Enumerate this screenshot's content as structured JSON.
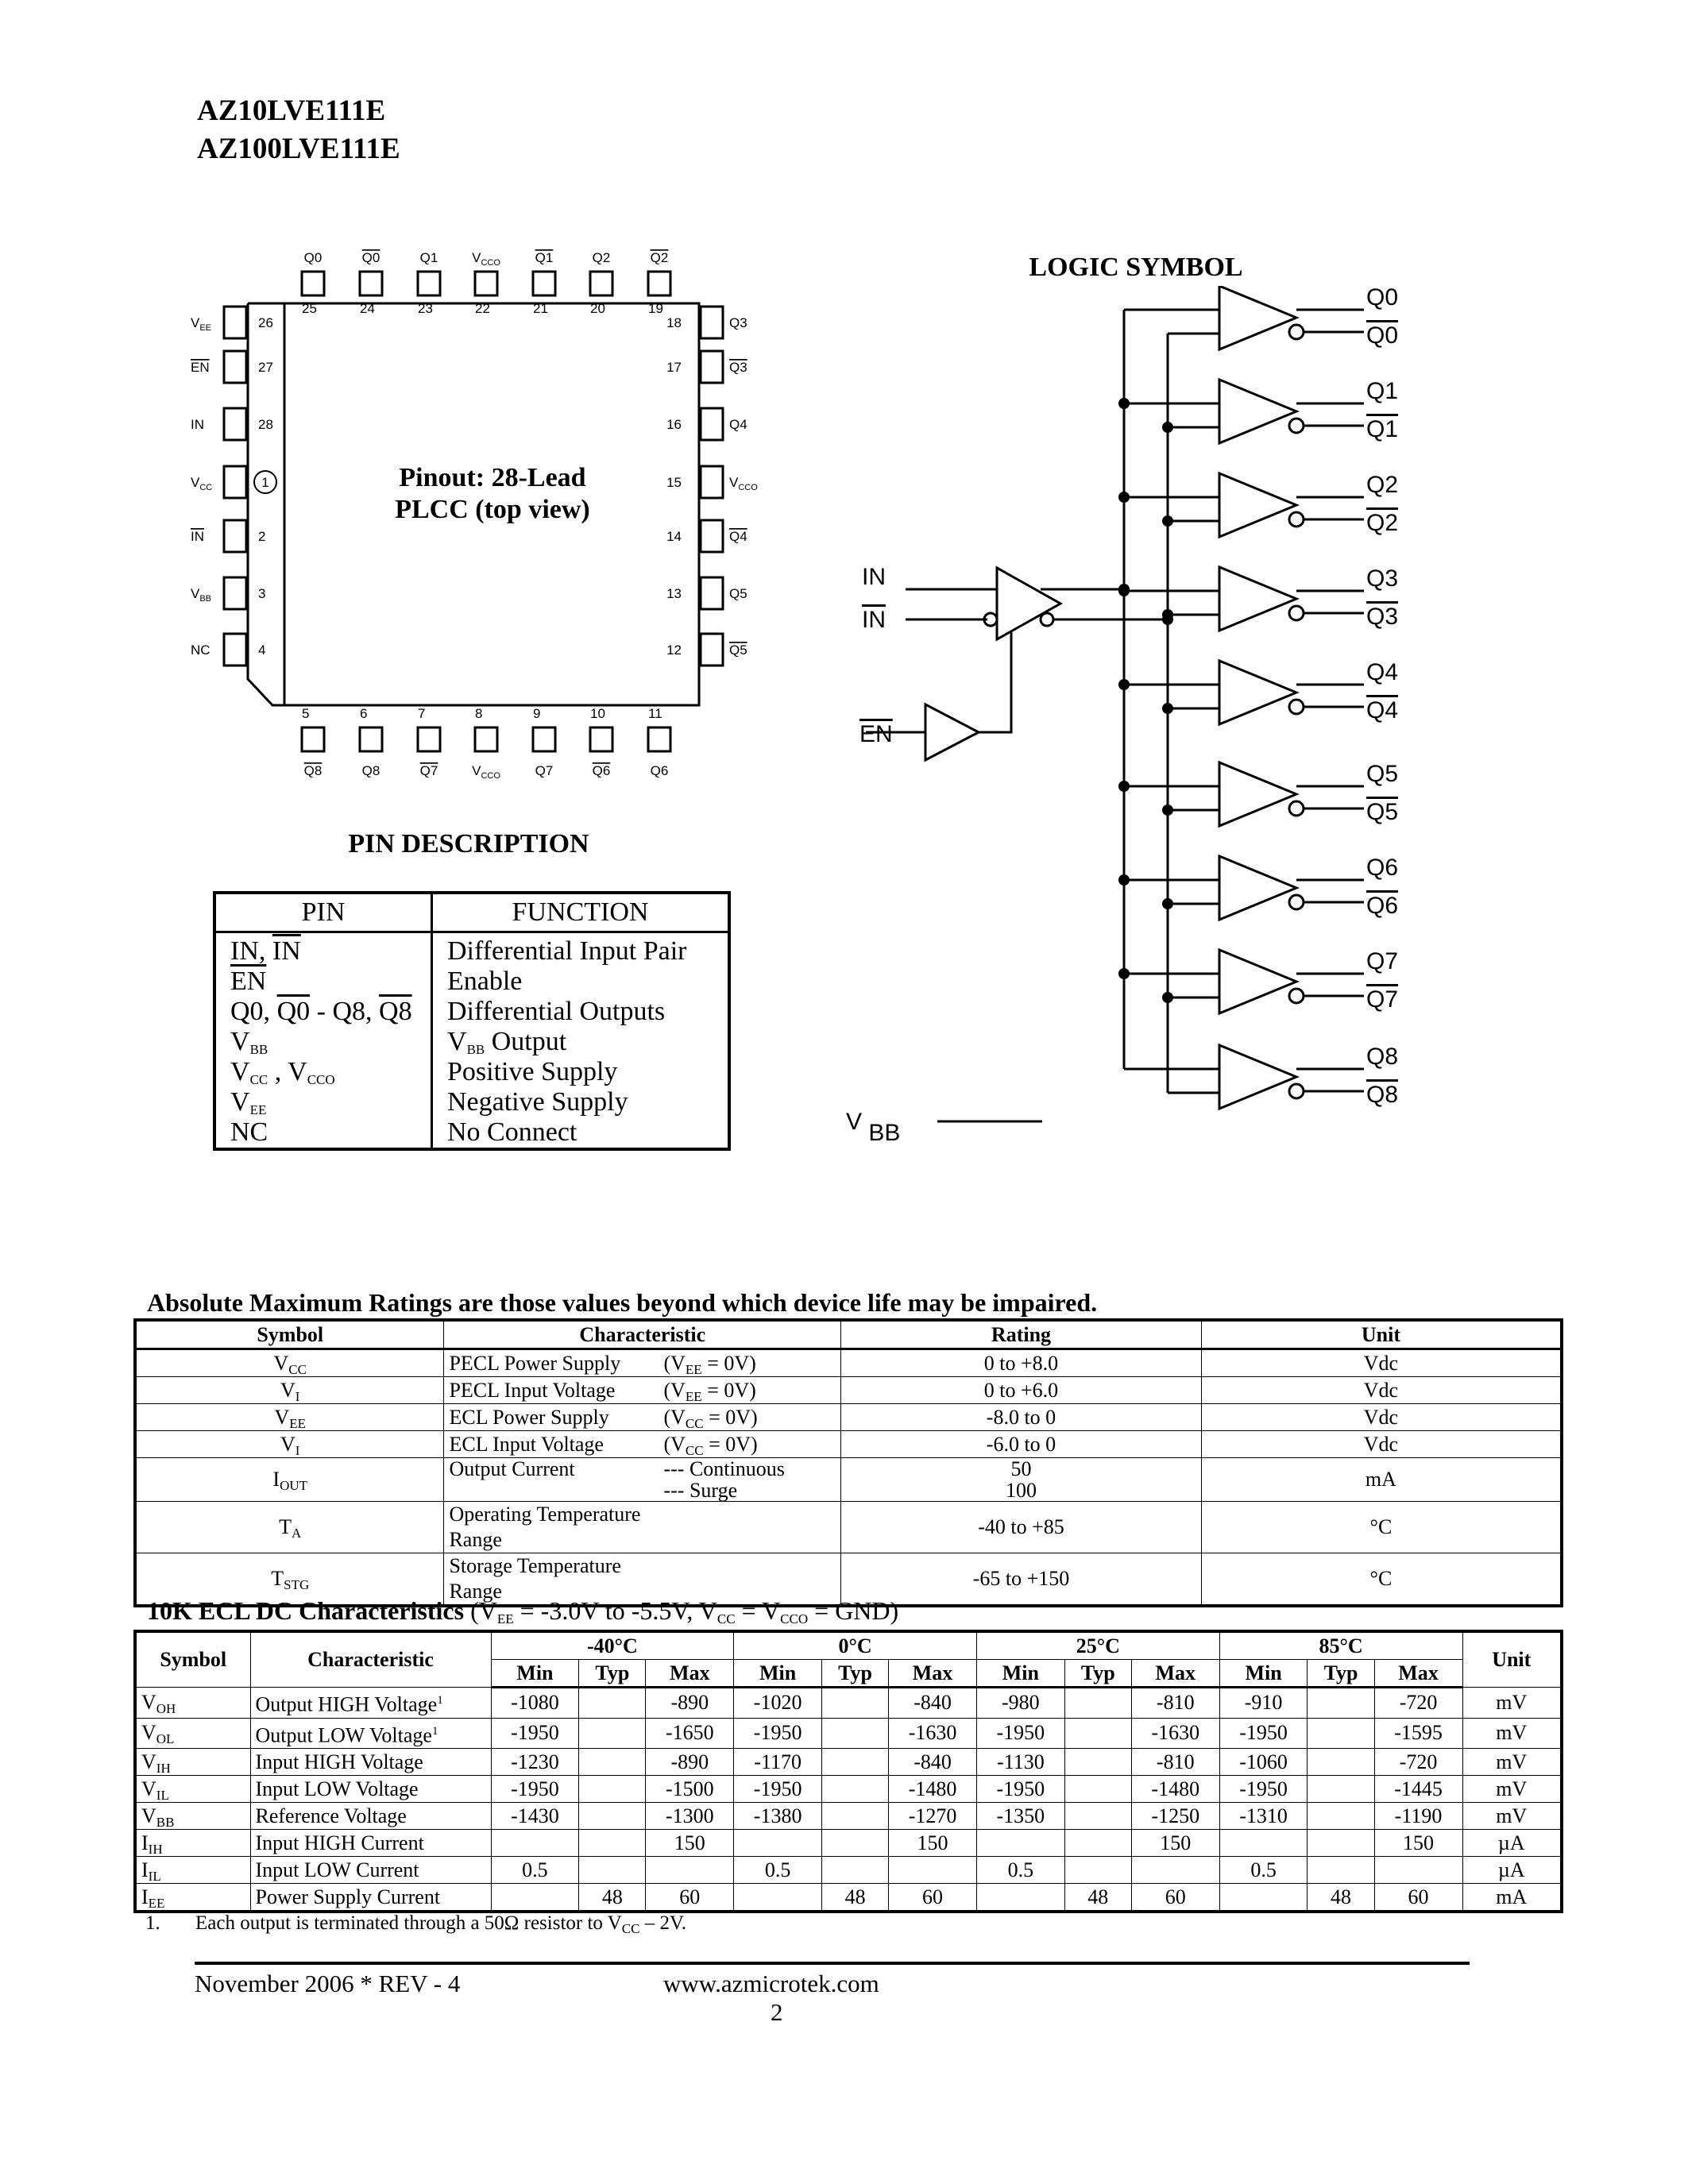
{
  "header": {
    "part1": "AZ10LVE111E",
    "part2": "AZ100LVE111E"
  },
  "pinout": {
    "title_line1": "Pinout: 28-Lead",
    "title_line2": "PLCC (top view)",
    "top": [
      {
        "num": "25",
        "name": "Q0",
        "bar": false
      },
      {
        "num": "24",
        "name": "Q0",
        "bar": true
      },
      {
        "num": "23",
        "name": "Q1",
        "bar": false
      },
      {
        "num": "22",
        "name": "V",
        "sub": "CCO",
        "bar": false
      },
      {
        "num": "21",
        "name": "Q1",
        "bar": true
      },
      {
        "num": "20",
        "name": "Q2",
        "bar": false
      },
      {
        "num": "19",
        "name": "Q2",
        "bar": true
      }
    ],
    "bottom": [
      {
        "num": "5",
        "name": "Q8",
        "bar": true
      },
      {
        "num": "6",
        "name": "Q8",
        "bar": false
      },
      {
        "num": "7",
        "name": "Q7",
        "bar": true
      },
      {
        "num": "8",
        "name": "V",
        "sub": "CCO",
        "bar": false
      },
      {
        "num": "9",
        "name": "Q7",
        "bar": false
      },
      {
        "num": "10",
        "name": "Q6",
        "bar": true
      },
      {
        "num": "11",
        "name": "Q6",
        "bar": false
      }
    ],
    "left": [
      {
        "num": "26",
        "name": "V",
        "sub": "EE",
        "bar": false
      },
      {
        "num": "27",
        "name": "EN",
        "bar": true
      },
      {
        "num": "28",
        "name": "IN",
        "bar": false
      },
      {
        "num": "1",
        "name": "V",
        "sub": "CC",
        "bar": false
      },
      {
        "num": "2",
        "name": "IN",
        "bar": true
      },
      {
        "num": "3",
        "name": "V",
        "sub": "BB",
        "bar": false
      },
      {
        "num": "4",
        "name": "NC",
        "bar": false
      }
    ],
    "right": [
      {
        "num": "18",
        "name": "Q3",
        "bar": false
      },
      {
        "num": "17",
        "name": "Q3",
        "bar": true
      },
      {
        "num": "16",
        "name": "Q4",
        "bar": false
      },
      {
        "num": "15",
        "name": "V",
        "sub": "CCO",
        "bar": false
      },
      {
        "num": "14",
        "name": "Q4",
        "bar": true
      },
      {
        "num": "13",
        "name": "Q5",
        "bar": false
      },
      {
        "num": "12",
        "name": "Q5",
        "bar": true
      }
    ]
  },
  "logic_symbol": {
    "title": "LOGIC SYMBOL",
    "in_label": "IN",
    "en_label": "EN",
    "vbb_label": "V",
    "vbb_sub": "BB",
    "outputs": [
      "Q0",
      "Q1",
      "Q2",
      "Q3",
      "Q4",
      "Q5",
      "Q6",
      "Q7",
      "Q8"
    ]
  },
  "pin_description": {
    "title": "PIN DESCRIPTION",
    "header_pin": "PIN",
    "header_function": "FUNCTION",
    "rows": [
      {
        "pin_html": "IN, <span class=\"ov\">IN</span>",
        "function": "Differential Input Pair"
      },
      {
        "pin_html": "<span class=\"ov\">EN</span>",
        "function": "Enable"
      },
      {
        "pin_html": "Q0, <span class=\"ov\">Q0</span> - Q8, <span class=\"ov\">Q8</span>",
        "function": "Differential Outputs"
      },
      {
        "pin_html": "V<sub>BB</sub>",
        "function_html": "V<sub>BB</sub> Output"
      },
      {
        "pin_html": "V<sub>CC</sub> , V<sub>CCO</sub>",
        "function": "Positive Supply"
      },
      {
        "pin_html": "V<sub>EE</sub>",
        "function": "Negative Supply"
      },
      {
        "pin_html": "NC",
        "function": "No Connect"
      }
    ]
  },
  "abs_max": {
    "title": "Absolute Maximum Ratings are those values beyond which device life may be impaired.",
    "headers": [
      "Symbol",
      "Characteristic",
      "Rating",
      "Unit"
    ],
    "rows": [
      {
        "sym": "V",
        "sub": "CC",
        "char": "PECL Power Supply",
        "cond_html": "(V<sub>EE</sub> = 0V)",
        "rating": "0 to +8.0",
        "unit": "Vdc"
      },
      {
        "sym": "V",
        "sub": "I",
        "char": "PECL Input Voltage",
        "cond_html": "(V<sub>EE</sub> = 0V)",
        "rating": "0 to +6.0",
        "unit": "Vdc"
      },
      {
        "sym": "V",
        "sub": "EE",
        "char": "ECL Power Supply",
        "cond_html": "(V<sub>CC</sub> = 0V)",
        "rating": "-8.0 to 0",
        "unit": "Vdc"
      },
      {
        "sym": "V",
        "sub": "I",
        "char": "ECL Input Voltage",
        "cond_html": "(V<sub>CC</sub> = 0V)",
        "rating": "-6.0 to 0",
        "unit": "Vdc"
      },
      {
        "sym": "I",
        "sub": "OUT",
        "char": "Output Current",
        "cond": "--- Continuous",
        "char2": "",
        "cond2": "--- Surge",
        "rating": "50",
        "rating2": "100",
        "unit": "mA"
      },
      {
        "sym": "T",
        "sub": "A",
        "char": "Operating Temperature Range",
        "cond_html": "",
        "rating": "-40 to +85",
        "unit": "°C"
      },
      {
        "sym": "T",
        "sub": "STG",
        "char": "Storage Temperature Range",
        "cond_html": "",
        "rating": "-65 to +150",
        "unit": "°C"
      }
    ]
  },
  "dc": {
    "title_bold": "10K ECL DC Characteristics",
    "title_cond_html": " (V<sub>EE</sub> = -3.0V to -5.5V, V<sub>CC</sub> = V<sub>CCO</sub> = GND)",
    "h_symbol": "Symbol",
    "h_char": "Characteristic",
    "h_unit": "Unit",
    "temps": [
      "-40°C",
      "0°C",
      "25°C",
      "85°C"
    ],
    "sub": [
      "Min",
      "Typ",
      "Max"
    ],
    "rows": [
      {
        "sym": "V",
        "sub": "OH",
        "char": "Output HIGH Voltage",
        "sup": "1",
        "vals": [
          "-1080",
          "",
          "-890",
          "-1020",
          "",
          "-840",
          "-980",
          "",
          "-810",
          "-910",
          "",
          "-720"
        ],
        "unit": "mV"
      },
      {
        "sym": "V",
        "sub": "OL",
        "char": "Output LOW Voltage",
        "sup": "1",
        "vals": [
          "-1950",
          "",
          "-1650",
          "-1950",
          "",
          "-1630",
          "-1950",
          "",
          "-1630",
          "-1950",
          "",
          "-1595"
        ],
        "unit": "mV"
      },
      {
        "sym": "V",
        "sub": "IH",
        "char": "Input HIGH Voltage",
        "sup": "",
        "vals": [
          "-1230",
          "",
          "-890",
          "-1170",
          "",
          "-840",
          "-1130",
          "",
          "-810",
          "-1060",
          "",
          "-720"
        ],
        "unit": "mV"
      },
      {
        "sym": "V",
        "sub": "IL",
        "char": "Input LOW Voltage",
        "sup": "",
        "vals": [
          "-1950",
          "",
          "-1500",
          "-1950",
          "",
          "-1480",
          "-1950",
          "",
          "-1480",
          "-1950",
          "",
          "-1445"
        ],
        "unit": "mV"
      },
      {
        "sym": "V",
        "sub": "BB",
        "char": "Reference Voltage",
        "sup": "",
        "vals": [
          "-1430",
          "",
          "-1300",
          "-1380",
          "",
          "-1270",
          "-1350",
          "",
          "-1250",
          "-1310",
          "",
          "-1190"
        ],
        "unit": "mV"
      },
      {
        "sym": "I",
        "sub": "IH",
        "char": "Input HIGH Current",
        "sup": "",
        "vals": [
          "",
          "",
          "150",
          "",
          "",
          "150",
          "",
          "",
          "150",
          "",
          "",
          "150"
        ],
        "unit": "µA"
      },
      {
        "sym": "I",
        "sub": "IL",
        "char": "Input LOW Current",
        "sup": "",
        "vals": [
          "0.5",
          "",
          "",
          "0.5",
          "",
          "",
          "0.5",
          "",
          "",
          "0.5",
          "",
          ""
        ],
        "unit": "µA"
      },
      {
        "sym": "I",
        "sub": "EE",
        "char": "Power Supply Current",
        "sup": "",
        "vals": [
          "",
          "48",
          "60",
          "",
          "48",
          "60",
          "",
          "48",
          "60",
          "",
          "48",
          "60"
        ],
        "unit": "mA"
      }
    ],
    "footnote_num": "1.",
    "footnote_html": "Each output is terminated through a 50Ω resistor to V<sub>CC</sub> – 2V."
  },
  "footer": {
    "date": "November 2006 * REV - 4",
    "url": "www.azmicrotek.com",
    "page": "2"
  }
}
